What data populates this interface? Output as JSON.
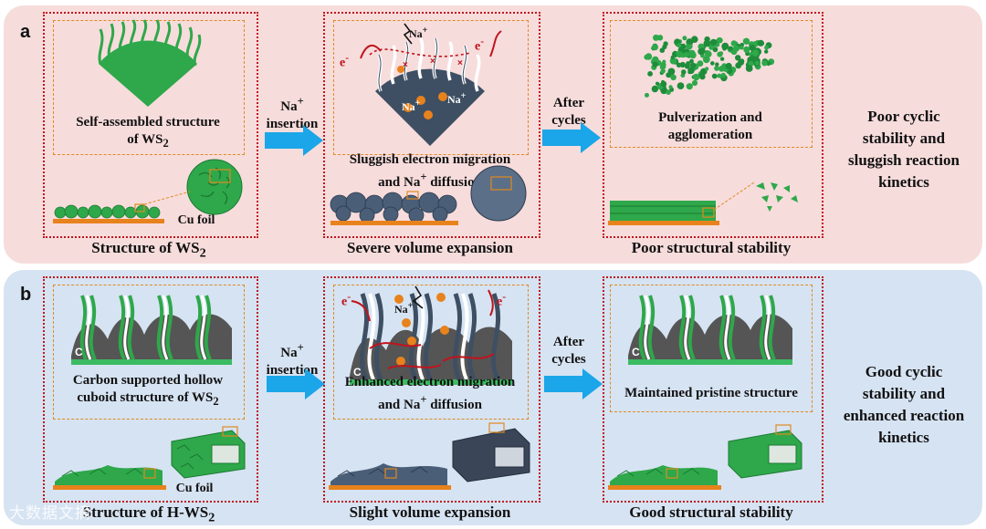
{
  "panel_a": {
    "letter": "a",
    "col1": {
      "inner_label_1": "Self-assembled structure",
      "inner_label_2": "of WS",
      "inner_label_sub": "2",
      "foil_label": "Cu foil",
      "caption": "Structure of  WS",
      "caption_sub": "2"
    },
    "arrow1": {
      "line1": "Na",
      "line1_sup": "+",
      "line2": "insertion"
    },
    "col2": {
      "inner_label_1": "Sluggish electron migration",
      "inner_label_2": "and Na",
      "inner_label_2_sup": "+",
      "inner_label_3": " diffusion",
      "ion": "Na",
      "ion_sup": "+",
      "electron": "e",
      "electron_sup": "-",
      "caption": "Severe volume expansion"
    },
    "arrow2": {
      "line1": "After",
      "line2": "cycles"
    },
    "col3": {
      "inner_label_1": "Pulverization and",
      "inner_label_2": "agglomeration",
      "caption": "Poor structural stability"
    },
    "side": [
      "Poor cyclic",
      "stability and",
      "sluggish reaction",
      "kinetics"
    ]
  },
  "panel_b": {
    "letter": "b",
    "col1": {
      "c_label": "C",
      "inner_label_1": "Carbon supported hollow",
      "inner_label_2": "cuboid structure of WS",
      "inner_label_sub": "2",
      "foil_label": "Cu foil",
      "caption": "Structure of  H-WS",
      "caption_sub": "2"
    },
    "arrow1": {
      "line1": "Na",
      "line1_sup": "+",
      "line2": "insertion"
    },
    "col2": {
      "c_label": "C",
      "inner_label_1": "Enhanced electron migration",
      "inner_label_2": "and Na",
      "inner_label_2_sup": "+",
      "inner_label_3": " diffusion",
      "ion": "Na",
      "ion_sup": "+",
      "electron": "e",
      "electron_sup": "-",
      "caption": "Slight volume expansion"
    },
    "arrow2": {
      "line1": "After",
      "line2": "cycles"
    },
    "col3": {
      "c_label": "C",
      "inner_label_1": "Maintained pristine structure",
      "caption": "Good structural stability"
    },
    "side": [
      "Good cyclic",
      "stability and",
      "enhanced reaction",
      "kinetics"
    ]
  },
  "watermark": "大数据文摘",
  "colors": {
    "panel_a_bg": "#f7dcdc",
    "panel_b_bg": "#d6e3f2",
    "box_border": "#c0141c",
    "inner_border": "#e08a20",
    "ws2_green": "#2ea84a",
    "carbon_gray": "#5a5a5a",
    "arrow_blue": "#1aa6e8",
    "cu_foil": "#e8821c"
  }
}
